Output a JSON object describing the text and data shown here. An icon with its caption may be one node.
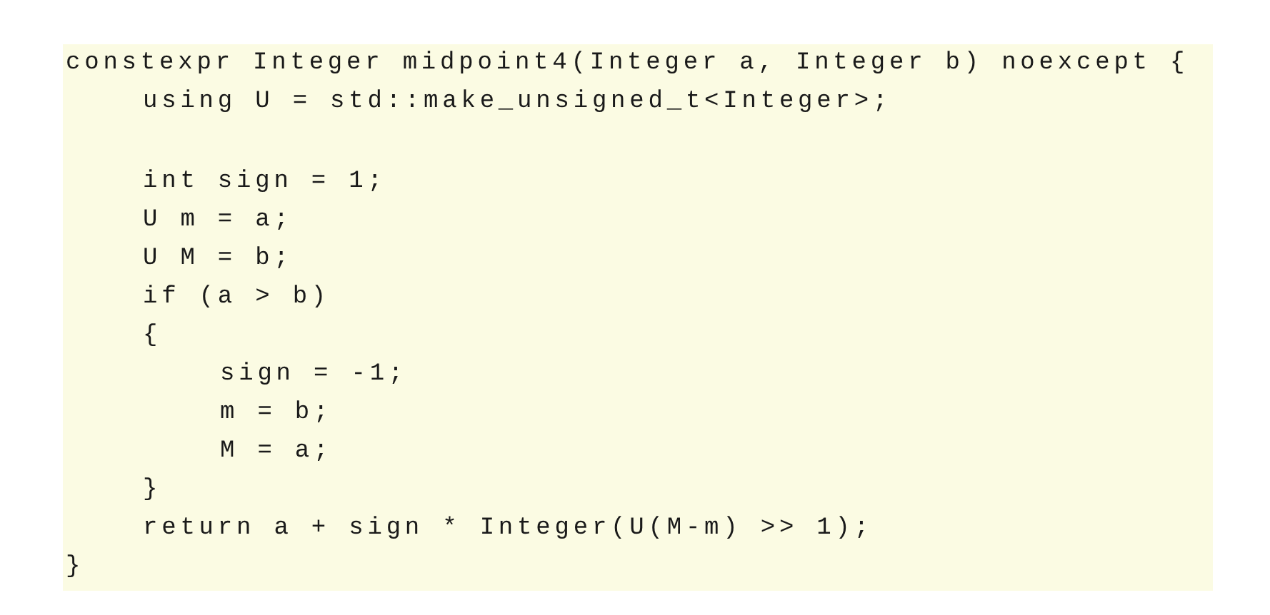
{
  "diagram": {
    "nodes": [
      {
        "text": [
          "constexpr Integer midpoint4(Integer a, Integer b) noexcept {",
          "using U = std::make_unsigned_t<Integer>;",
          "int sign = 1;",
          "U m = a;",
          "U M = b;",
          "if (a > b)",
          "{",
          "sign = -1;",
          "m = b;",
          "M = a;",
          "}",
          "return a + sign * Integer(U(M-m) >> 1);",
          "}"
        ]
      }
    ],
    "edges": []
  }
}
